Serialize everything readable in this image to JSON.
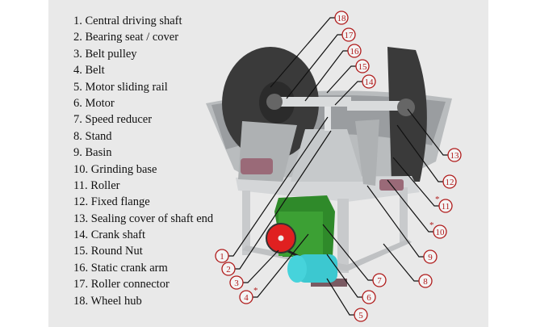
{
  "title": "Machine parts diagram",
  "legend": [
    "1. Central driving shaft",
    "2. Bearing seat / cover",
    "3. Belt pulley",
    "4. Belt",
    "5. Motor sliding rail",
    "6. Motor",
    "7. Speed reducer",
    "8. Stand",
    "9. Basin",
    "10. Grinding base",
    "11. Roller",
    "12. Fixed flange",
    "13. Sealing cover of shaft end",
    "14. Crank shaft",
    "15. Round Nut",
    "16. Static crank arm",
    "17. Roller connector",
    "18. Wheel hub"
  ],
  "callouts": [
    "1",
    "2",
    "3",
    "4",
    "5",
    "6",
    "7",
    "8",
    "9",
    "10",
    "11",
    "12",
    "13",
    "14",
    "15",
    "16",
    "17",
    "18"
  ],
  "starred": [
    "4",
    "10",
    "11"
  ],
  "star_mark": "*",
  "colors": {
    "callout": "#b01b1b",
    "roller": "#3a3a3a",
    "motor": "#3cc8d0",
    "reducer": "#2f8a2a",
    "pulley": "#e02020",
    "grinding_base": "#9a6a78",
    "steel": "#cfd2d4"
  }
}
